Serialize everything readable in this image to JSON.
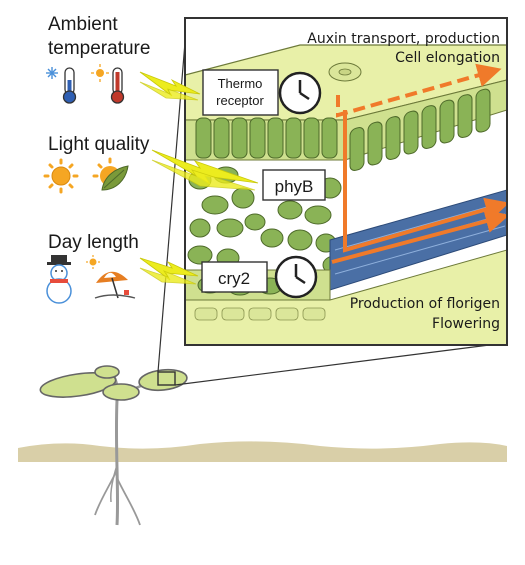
{
  "cues": {
    "ambient_temperature": "Ambient\ntemperature",
    "light_quality": "Light quality",
    "day_length": "Day length"
  },
  "icons": {
    "ambient_temperature": [
      "snowflake-icon",
      "cold-thermometer-icon",
      "sun-icon",
      "hot-thermometer-icon"
    ],
    "light_quality": [
      "sun-icon",
      "shaded-sun-leaf-icon"
    ],
    "day_length": [
      "snowman-icon",
      "beach-umbrella-icon"
    ]
  },
  "receptors": {
    "thermo": "Thermo\nreceptor",
    "phyb": "phyB",
    "cry2": "cry2"
  },
  "processes": {
    "top_line1": "Auxin transport, production",
    "top_line2": "Cell elongation",
    "bottom_line1": "Production of florigen",
    "bottom_line2": "Flowering"
  },
  "colors": {
    "signal_arrow": "#ecec1e",
    "auxin_arrow": "#f07a2a",
    "vascular": "#4a6fa5",
    "leaf_cell": "#8ab356",
    "epidermis": "#e8f0a8",
    "soil": "#d9cfa8"
  }
}
